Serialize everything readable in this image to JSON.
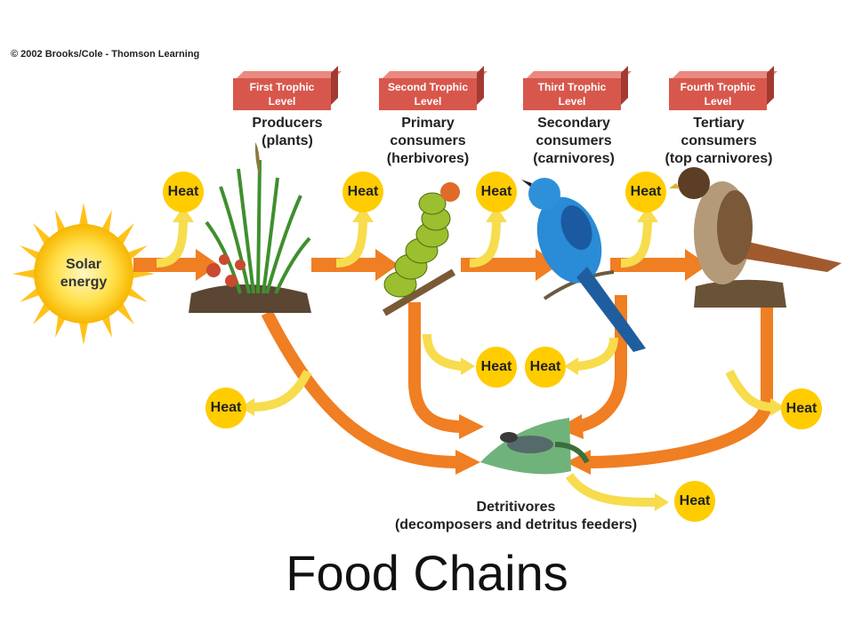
{
  "copyright": "© 2002 Brooks/Cole - Thomson Learning",
  "trophic_levels": [
    "First Trophic Level",
    "Second Trophic Level",
    "Third Trophic Level",
    "Fourth Trophic Level"
  ],
  "consumers": [
    {
      "line1": "Producers",
      "line2": "(plants)",
      "line3": ""
    },
    {
      "line1": "Primary",
      "line2": "consumers",
      "line3": "(herbivores)"
    },
    {
      "line1": "Secondary",
      "line2": "consumers",
      "line3": "(carnivores)"
    },
    {
      "line1": "Tertiary",
      "line2": "consumers",
      "line3": "(top carnivores)"
    }
  ],
  "heat_label": "Heat",
  "solar_line1": "Solar",
  "solar_line2": "energy",
  "detritivores_line1": "Detritivores",
  "detritivores_line2": "(decomposers and detritus feeders)",
  "title": "Food Chains",
  "colors": {
    "arrow_orange": "#f07e22",
    "heat_yellow": "#ffcc00",
    "heat_arrow": "#f7dc4d",
    "box_red": "#d8574c",
    "sun": "#ffd21f"
  }
}
